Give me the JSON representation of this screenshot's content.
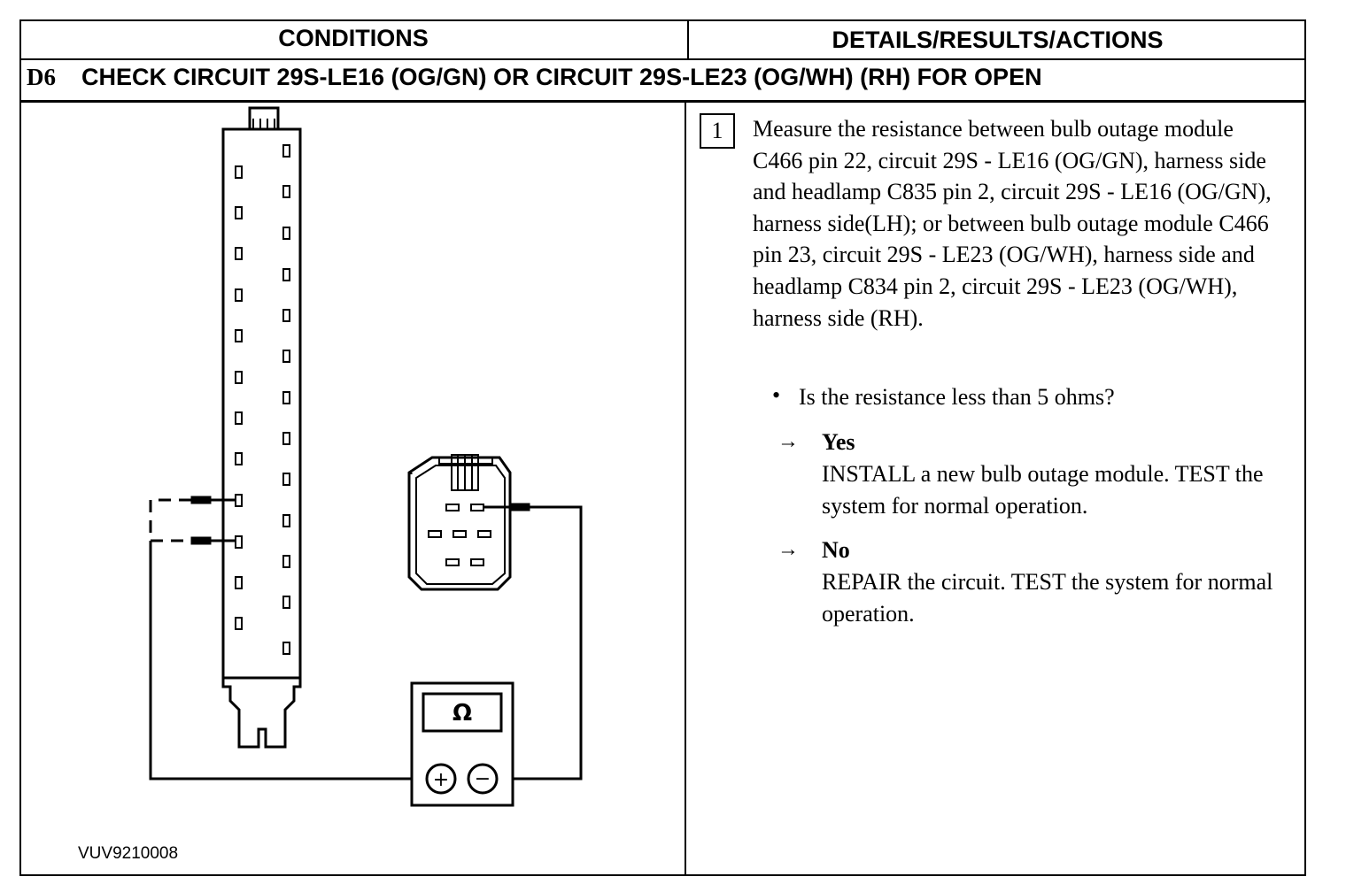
{
  "header": {
    "conditions_label": "CONDITIONS",
    "details_label": "DETAILS/RESULTS/ACTIONS"
  },
  "step": {
    "id": "D6",
    "title": "CHECK CIRCUIT 29S-LE16 (OG/GN) OR CIRCUIT 29S-LE23 (OG/WH) (RH) FOR OPEN"
  },
  "diagram": {
    "meter_symbol": "Ω",
    "plus_symbol": "+",
    "minus_symbol": "−",
    "figure_id": "VUV9210008"
  },
  "actions": {
    "step_number": "1",
    "instruction": "Measure the resistance between bulb outage module C466 pin 22, circuit 29S - LE16 (OG/GN), harness side and headlamp C835 pin 2, circuit 29S - LE16 (OG/GN), harness side(LH); or between bulb outage module C466 pin 23, circuit 29S - LE23 (OG/WH), harness side and headlamp C834 pin 2, circuit 29S - LE23 (OG/WH), harness side (RH).",
    "bullet": "•",
    "question": "Is the resistance less than 5 ohms?",
    "arrow": "→",
    "outcomes": [
      {
        "label": "Yes",
        "description": "INSTALL a new bulb outage module. TEST the system for normal operation."
      },
      {
        "label": "No",
        "description": "REPAIR the circuit. TEST the system for normal operation."
      }
    ]
  }
}
